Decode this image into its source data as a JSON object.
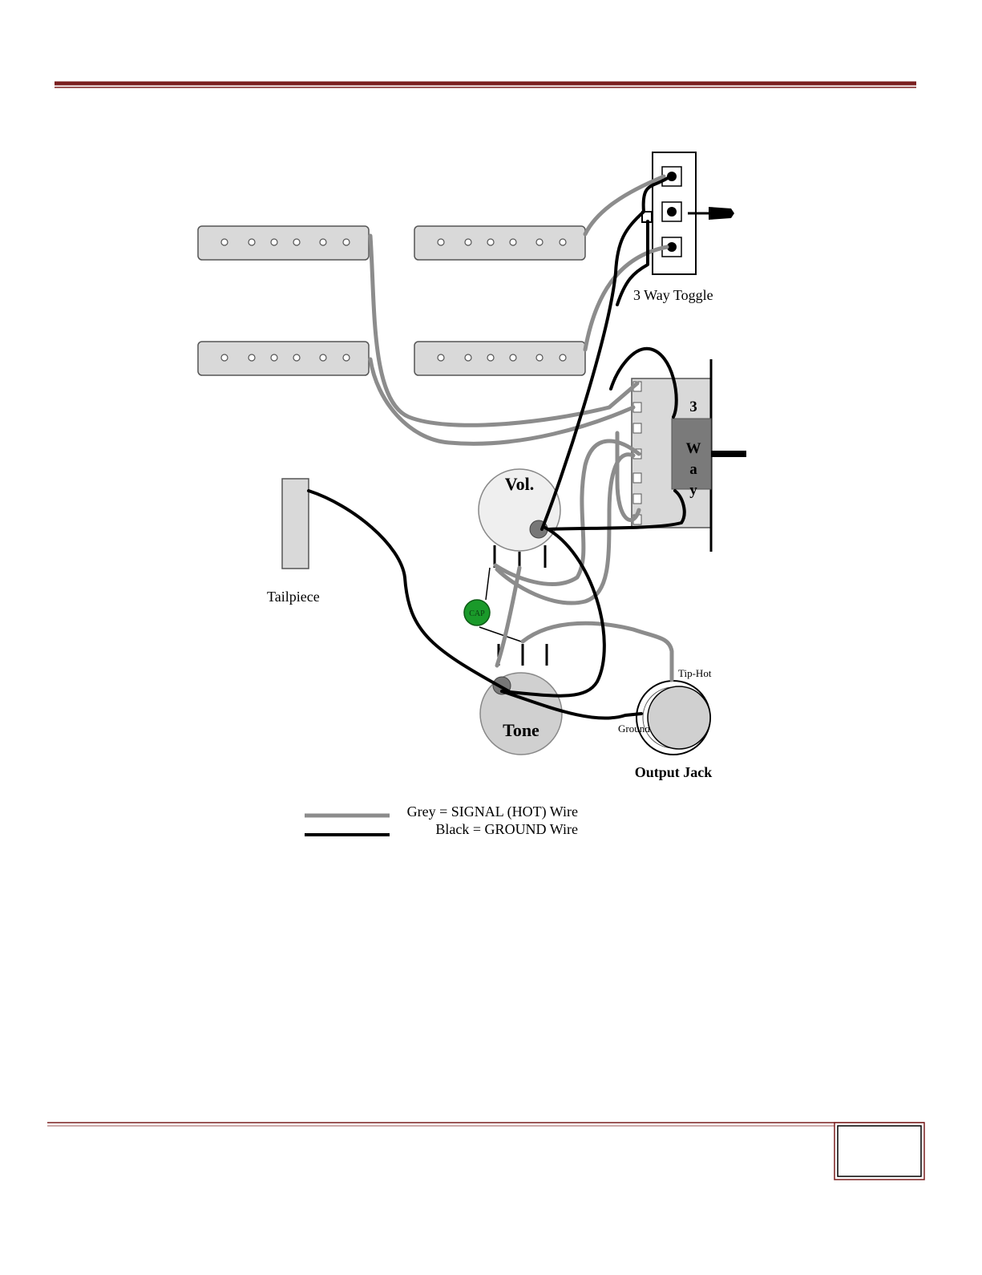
{
  "labels": {
    "toggle": "3 Way Toggle",
    "tailpiece": "Tailpiece",
    "volume": "Vol.",
    "tone": "Tone",
    "cap": "CAP",
    "tip_hot": "Tip-Hot",
    "ground": "Ground",
    "output_jack": "Output Jack",
    "switch_letters": [
      "3",
      "W",
      "a",
      "y"
    ]
  },
  "legend": {
    "grey_label": "Grey = SIGNAL (HOT) Wire",
    "black_label": "Black = GROUND Wire"
  },
  "colors": {
    "header_rule": "#7a1f1f",
    "signal_wire": "#8c8c8c",
    "ground_wire": "#000000",
    "pickup_fill": "#d9d9d9",
    "cap_fill": "#1a9a2a",
    "switch_body": "#d9d9d9",
    "switch_lever": "#7a7a7a"
  },
  "page_number": ""
}
